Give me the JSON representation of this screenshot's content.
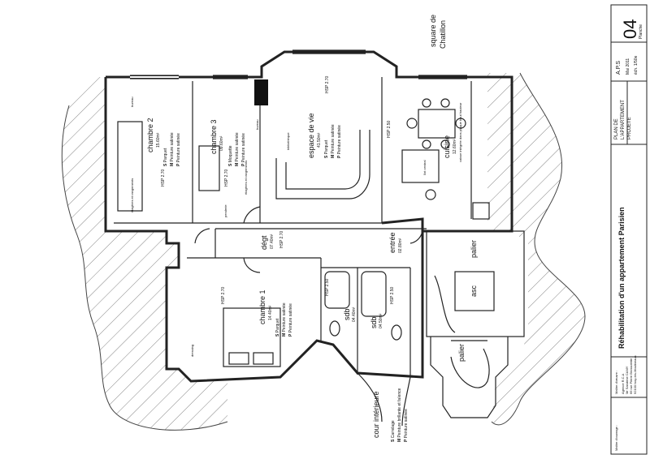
{
  "project": {
    "title": "Réhabilitation d'un appartement Parisien",
    "plan_title": [
      "PLAN DE",
      "L'APPARTEMENT",
      "PROJETE"
    ],
    "phase": "A.P.S",
    "date": "Mai 2011",
    "scale": "éch. 1/50e",
    "sheet_number": "04",
    "sheet_label": "Planche",
    "owner_label": "Maître d'ouvrage :",
    "architect_label": "Maître d'œuvre :",
    "architect_lines": [
      "Agence R.C.A",
      "Mr Sandrine CAMY",
      "66 rue Pierre Brossolette",
      "92100 Issy-les-Moulineaux"
    ]
  },
  "street": [
    "square de",
    "Chatillon"
  ],
  "rooms": [
    {
      "id": "chambre-2",
      "name": "chambre 2",
      "area": "15.60m²",
      "hsp": "2.70"
    },
    {
      "id": "chambre-3",
      "name": "chambre 3",
      "area": "09.60m²",
      "hsp": "2.70"
    },
    {
      "id": "espace-de-vie",
      "name": "espace de vie",
      "area": "41.50m²",
      "hsp": "2.70"
    },
    {
      "id": "cuisine",
      "name": "cuisine",
      "area": "12.60m²",
      "hsp": "2.50"
    },
    {
      "id": "degt",
      "name": "dégt",
      "area": "07.40m²",
      "hsp": "2.70"
    },
    {
      "id": "entree",
      "name": "entrée",
      "area": "02.80m²",
      "hsp": ""
    },
    {
      "id": "chambre-1",
      "name": "chambre 1",
      "area": "14.40m²",
      "hsp": "2.70"
    },
    {
      "id": "sdb-1",
      "name": "sdb",
      "area": "04.40m²",
      "hsp": "2.50"
    },
    {
      "id": "sdb-2",
      "name": "sdb",
      "area": "04.50m²",
      "hsp": "2.50"
    },
    {
      "id": "palier-1",
      "name": "palier",
      "area": "",
      "hsp": ""
    },
    {
      "id": "palier-2",
      "name": "palier",
      "area": "",
      "hsp": ""
    },
    {
      "id": "asc",
      "name": "asc",
      "area": "",
      "hsp": ""
    },
    {
      "id": "cour",
      "name": "cour intérieure",
      "area": "",
      "hsp": ""
    }
  ],
  "finishes": {
    "parquet": [
      {
        "code": "S",
        "text": "Parquet"
      },
      {
        "code": "M",
        "text": "Peinture satinée"
      },
      {
        "code": "P",
        "text": "Peinture satinée"
      }
    ],
    "moquette": [
      {
        "code": "S",
        "text": "Moquette"
      },
      {
        "code": "M",
        "text": "Peinture satinée"
      },
      {
        "code": "P",
        "text": "Peinture satinée"
      }
    ],
    "carrelage": [
      {
        "code": "S",
        "text": "Carrelage"
      },
      {
        "code": "M",
        "text": "Peinture brillante et faïence"
      },
      {
        "code": "P",
        "text": "Peinture satinée"
      }
    ]
  },
  "annotations": {
    "hsp_label": "HSP",
    "etageres": "étagères et rangements",
    "bureau": "bureau",
    "penderie": "penderie",
    "dressing": "dressing",
    "bibliotheque": "bibliothèque",
    "cuisine_note": "caisse intégrée dans plaque bout hauteur",
    "ilot": "îlot central"
  },
  "colors": {
    "line": "#222222",
    "hatch": "#555555",
    "wall": "#333333"
  }
}
